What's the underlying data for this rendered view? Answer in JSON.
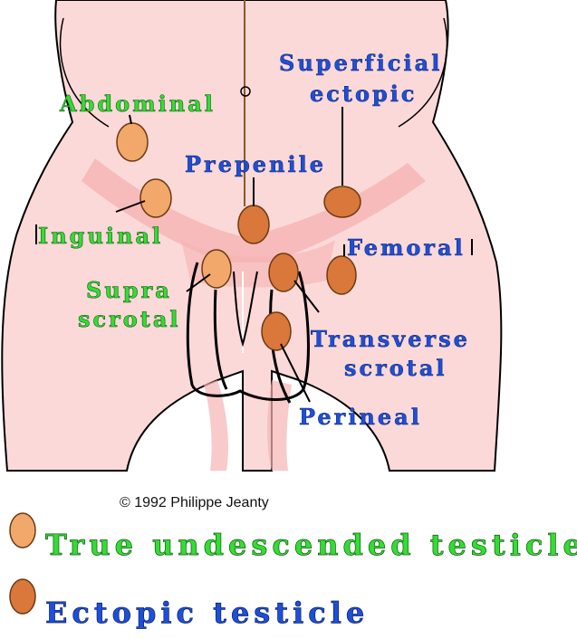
{
  "labels": {
    "abdominal": "Abdominal",
    "superficial_1": "Superficial",
    "superficial_2": "ectopic",
    "prepenile": "Prepenile",
    "inguinal": "Inguinal",
    "femoral": "Femoral",
    "supra_1": "Supra",
    "supra_2": "scrotal",
    "transverse_1": "Transverse",
    "transverse_2": "scrotal",
    "perineal": "Perineal"
  },
  "copyright": "© 1992 Philippe Jeanty",
  "legend": {
    "true_undescended": "True undescended testicle",
    "ectopic": "Ectopic testicle"
  },
  "colors": {
    "skin": "#fcd9d9",
    "skin_shadow": "#f5b3b3",
    "testicle_light": "#f2a86a",
    "testicle_dark": "#d9783a",
    "green_text": "#33dd33",
    "blue_text": "#1d4fd8"
  }
}
